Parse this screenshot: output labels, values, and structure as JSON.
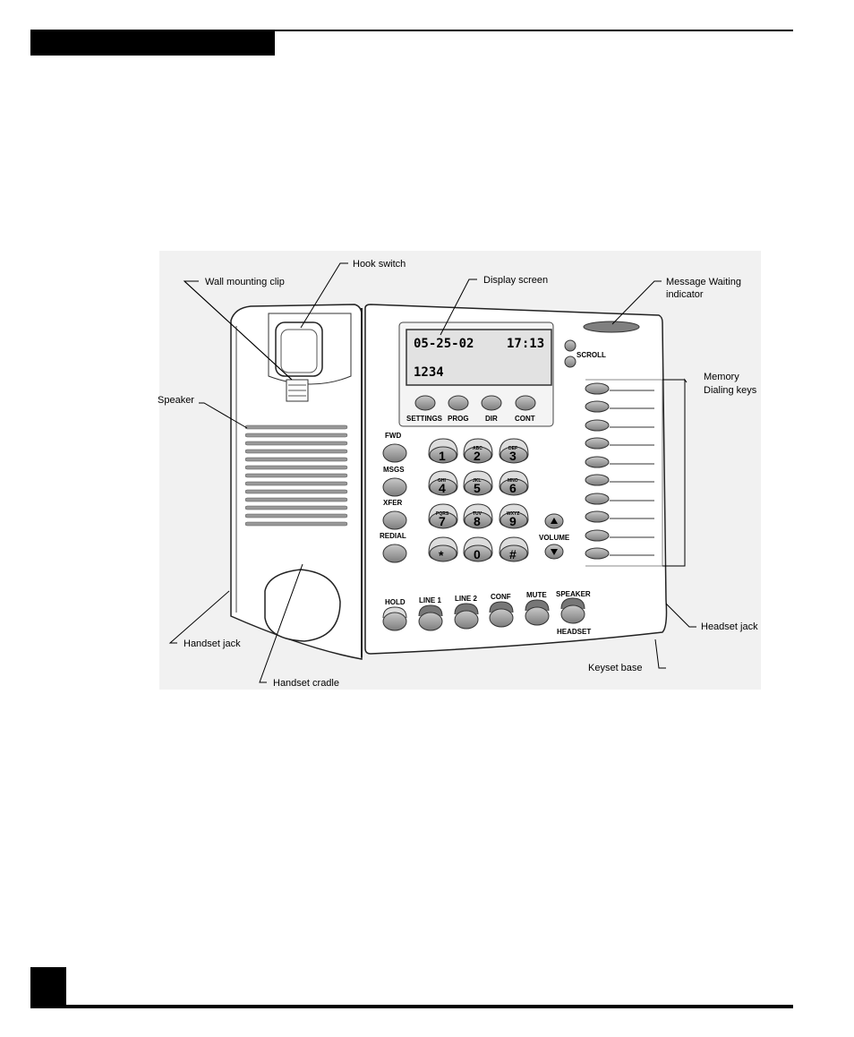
{
  "labels": {
    "wall_mounting_clip": "Wall mounting clip",
    "hook_switch": "Hook switch",
    "display_screen": "Display screen",
    "message_waiting_1": "Message Waiting",
    "message_waiting_2": "indicator",
    "memory_1": "Memory",
    "memory_2": "Dialing keys",
    "speaker": "Speaker",
    "handset_jack_left": "Handset jack",
    "handset_cradle": "Handset cradle",
    "headset_jack_right": "Headset jack",
    "keyset_base": "Keyset base"
  },
  "display": {
    "date": "05-25-02",
    "time": "17:13",
    "number": "1234"
  },
  "keys": {
    "scroll": "SCROLL",
    "settings": "SETTINGS",
    "prog": "PROG",
    "dir": "DIR",
    "cont": "CONT",
    "fwd": "FWD",
    "msgs": "MSGS",
    "xfer": "XFER",
    "redial": "REDIAL",
    "volume": "VOLUME",
    "hold": "HOLD",
    "line1": "LINE 1",
    "line2": "LINE 2",
    "conf": "CONF",
    "mute": "MUTE",
    "speaker": "SPEAKER",
    "headset": "HEADSET"
  },
  "keypad": {
    "d1": "1",
    "d2": "2",
    "d3": "3",
    "d4": "4",
    "d5": "5",
    "d6": "6",
    "d7": "7",
    "d8": "8",
    "d9": "9",
    "star": "*",
    "d0": "0",
    "hash": "#",
    "s2": "ABC",
    "s3": "DEF",
    "s4": "GHI",
    "s5": "JKL",
    "s6": "MNO",
    "s7": "PQRS",
    "s8": "TUV",
    "s9": "WXYZ"
  }
}
